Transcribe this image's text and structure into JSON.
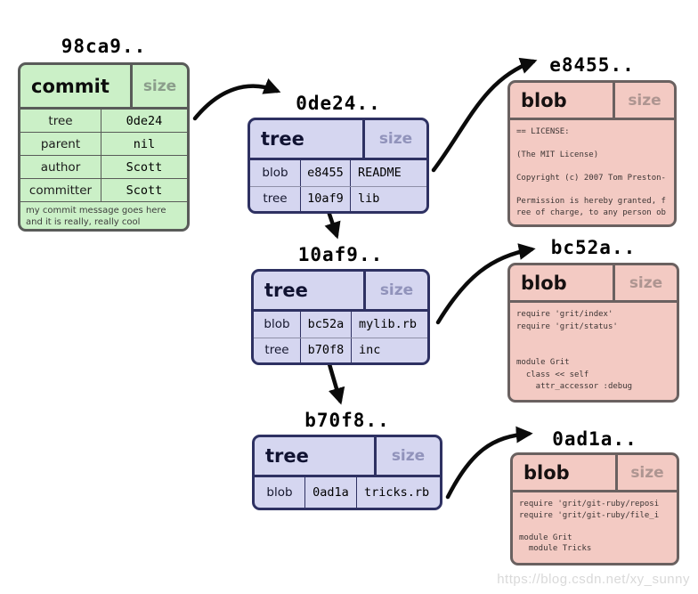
{
  "watermark": {
    "text": "https://blog.csdn.net/xy_sunny"
  },
  "colors": {
    "commit_fill": "#cbf0c7",
    "commit_border": "#595b59",
    "tree_fill": "#d5d6f0",
    "tree_border": "#2e3162",
    "blob_fill": "#f3cac3",
    "blob_border": "#6a6160",
    "arrow": "#0b0b0b",
    "size_label_gray": "#9596ae"
  },
  "commit": {
    "hash": "98ca9..",
    "type_label": "commit",
    "size_label": "size",
    "rows": [
      {
        "label": "tree",
        "value": "0de24"
      },
      {
        "label": "parent",
        "value": "nil"
      },
      {
        "label": "author",
        "value": "Scott"
      },
      {
        "label": "committer",
        "value": "Scott"
      }
    ],
    "message": "my commit message goes here\nand it is really, really cool"
  },
  "trees": [
    {
      "hash": "0de24..",
      "type_label": "tree",
      "size_label": "size",
      "rows": [
        {
          "type": "blob",
          "hash": "e8455",
          "name": "README"
        },
        {
          "type": "tree",
          "hash": "10af9",
          "name": "lib"
        }
      ]
    },
    {
      "hash": "10af9..",
      "type_label": "tree",
      "size_label": "size",
      "rows": [
        {
          "type": "blob",
          "hash": "bc52a",
          "name": "mylib.rb"
        },
        {
          "type": "tree",
          "hash": "b70f8",
          "name": "inc"
        }
      ]
    },
    {
      "hash": "b70f8..",
      "type_label": "tree",
      "size_label": "size",
      "rows": [
        {
          "type": "blob",
          "hash": "0ad1a",
          "name": "tricks.rb"
        }
      ]
    }
  ],
  "blobs": [
    {
      "hash": "e8455..",
      "type_label": "blob",
      "size_label": "size",
      "content": "== LICENSE:\n\n(The MIT License)\n\nCopyright (c) 2007 Tom Preston-\n\nPermission is hereby granted, f\nree of charge, to any person ob"
    },
    {
      "hash": "bc52a..",
      "type_label": "blob",
      "size_label": "size",
      "content": "require 'grit/index'\nrequire 'grit/status'\n\n\nmodule Grit\n  class << self\n    attr_accessor :debug"
    },
    {
      "hash": "0ad1a..",
      "type_label": "blob",
      "size_label": "size",
      "content": "require 'grit/git-ruby/reposi\nrequire 'grit/git-ruby/file_i\n\nmodule Grit\n  module Tricks"
    }
  ]
}
